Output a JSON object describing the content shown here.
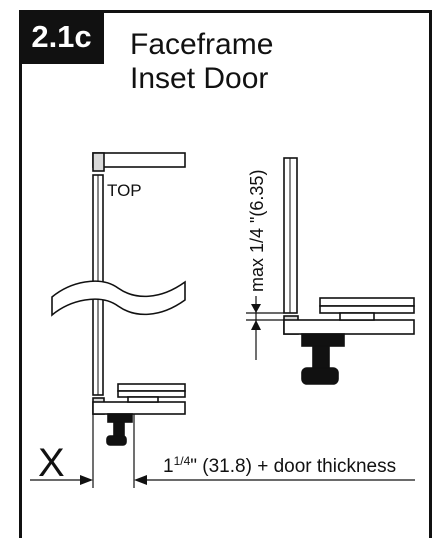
{
  "badge": "2.1c",
  "title_line1": "Faceframe",
  "title_line2": "Inset Door",
  "labels": {
    "top": "TOP",
    "max": "max 1/4 \"(6.35)",
    "x": "X",
    "dimension_prefix": "1",
    "dimension_fraction": "1/4",
    "dimension_suffix": "\" (31.8) + door thickness"
  }
}
